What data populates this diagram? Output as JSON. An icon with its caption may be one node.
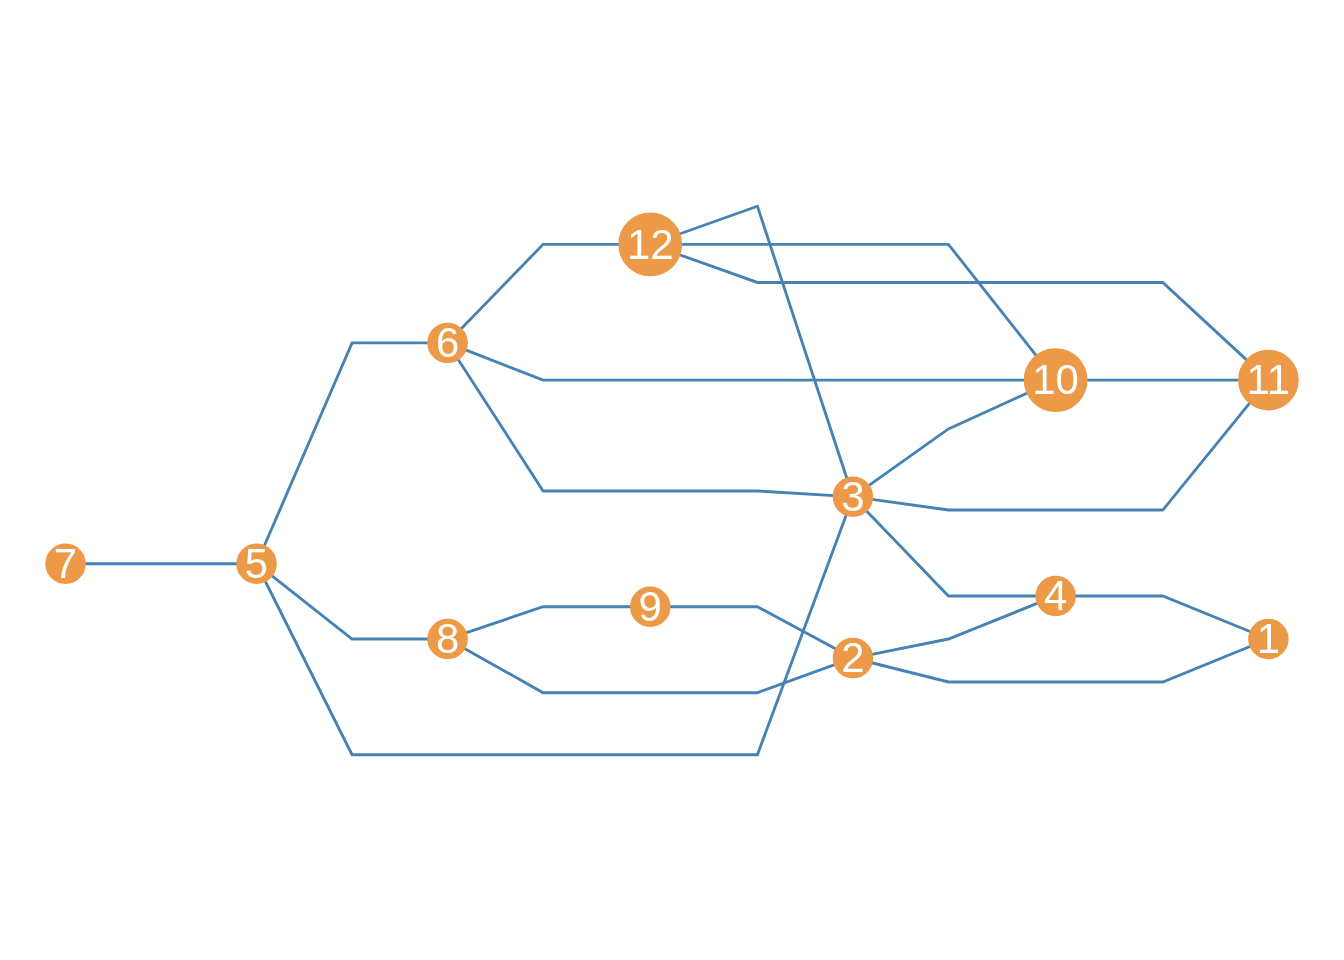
{
  "diagram": {
    "nodes": [
      {
        "text": [
          "7"
        ]
      },
      {
        "text": [
          "5"
        ]
      },
      {
        "text": [
          "6"
        ]
      },
      {
        "text": [
          "8"
        ]
      },
      {
        "text": [
          "9"
        ]
      },
      {
        "text": [
          "12"
        ]
      },
      {
        "text": [
          "3"
        ]
      },
      {
        "text": [
          "10"
        ]
      },
      {
        "text": [
          "2"
        ]
      },
      {
        "text": [
          "4"
        ]
      },
      {
        "text": [
          "11"
        ]
      },
      {
        "text": [
          "1"
        ]
      }
    ],
    "edges": [
      {
        "from": 0,
        "to": 1,
        "arrow": "none"
      },
      {
        "from": 1,
        "to": 2,
        "arrow": "none"
      },
      {
        "from": 1,
        "to": 3,
        "arrow": "none"
      },
      {
        "from": 1,
        "to": 6,
        "arrow": "none"
      },
      {
        "from": 2,
        "to": 5,
        "arrow": "none"
      },
      {
        "from": 2,
        "to": 7,
        "arrow": "none"
      },
      {
        "from": 2,
        "to": 6,
        "arrow": "none"
      },
      {
        "from": 3,
        "to": 4,
        "arrow": "none"
      },
      {
        "from": 3,
        "to": 8,
        "arrow": "none"
      },
      {
        "from": 4,
        "to": 8,
        "arrow": "none"
      },
      {
        "from": 5,
        "to": 6,
        "arrow": "none"
      },
      {
        "from": 5,
        "to": 7,
        "arrow": "none"
      },
      {
        "from": 5,
        "to": 10,
        "arrow": "none"
      },
      {
        "from": 6,
        "to": 7,
        "arrow": "none"
      },
      {
        "from": 6,
        "to": 10,
        "arrow": "none"
      },
      {
        "from": 6,
        "to": 9,
        "arrow": "none"
      },
      {
        "from": 7,
        "to": 10,
        "arrow": "none"
      },
      {
        "from": 8,
        "to": 9,
        "arrow": "none"
      },
      {
        "from": 8,
        "to": 11,
        "arrow": "none"
      },
      {
        "from": 9,
        "to": 11,
        "arrow": "none"
      }
    ]
  }
}
